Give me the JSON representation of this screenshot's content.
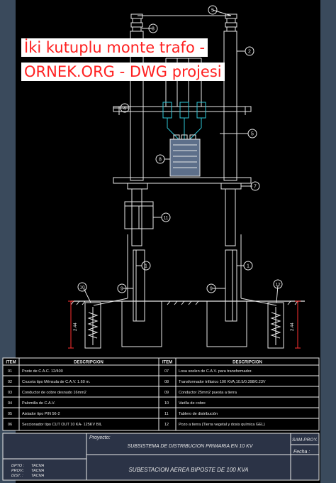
{
  "watermark": {
    "line1": "İki kutuplu monte trafo -",
    "line2": "ORNEK.ORG - DWG projesi"
  },
  "colors": {
    "background": "#000000",
    "background_band": "#3a4a5c",
    "line": "#e8e8e8",
    "cyan": "#2ec8d8",
    "dim": "#ff3030",
    "overlay_text": "#ff2020",
    "overlay_bg": "#ffffff",
    "title_block": "#2b3346"
  },
  "callouts": [
    "1",
    "2",
    "3",
    "4",
    "5",
    "6",
    "7",
    "8",
    "9",
    "10",
    "11",
    "12"
  ],
  "dims": {
    "left": "2.44",
    "right": "2.44"
  },
  "table": {
    "headers": {
      "item": "ITEM",
      "desc": "DESCRIPCION"
    },
    "left": [
      {
        "item": "01",
        "desc": "Poste de C.A.C. 12/400"
      },
      {
        "item": "02",
        "desc": "Cruceta tipo Ménsula de C.A.V. 1.60 m."
      },
      {
        "item": "03",
        "desc": "Conductor de cobre desnudo 16mm2"
      },
      {
        "item": "04",
        "desc": "Palomilla de C.A.V."
      },
      {
        "item": "05",
        "desc": "Aislador tipo PIN 56-2"
      },
      {
        "item": "06",
        "desc": "Seccionador tipo CUT OUT 10 KA- 125KV BIL"
      }
    ],
    "right": [
      {
        "item": "07",
        "desc": "Losa soelen de C.A.V. para transformador."
      },
      {
        "item": "08",
        "desc": "Transformador trifásico  100 KVA,10.5/0.398/0.23V"
      },
      {
        "item": "09",
        "desc": "Conductor 25mm2  puesta a tierra"
      },
      {
        "item": "10",
        "desc": "Varilla de cobre"
      },
      {
        "item": "11",
        "desc": "Tablero de distribución"
      },
      {
        "item": "12",
        "desc": "Pozo a tierra (Tierra vegetal y dosis química GEL)"
      }
    ]
  },
  "title_block": {
    "proyecto_label": "Proyecto:",
    "proyecto": "SUBSISTEMA  DE  DISTRIBUCION  PRIMARIA  EN  10  KV",
    "plano": "SUBESTACION    AEREA    BIPOSTE  DE  100  KVA",
    "code": "SAM-PROY.",
    "fecha_label": "Fecha :",
    "roles": [
      {
        "label": "DPTO :",
        "value": "TACNA"
      },
      {
        "label": "PROV.:",
        "value": "TACNA"
      },
      {
        "label": "DIST. :",
        "value": "TACNA"
      }
    ]
  }
}
